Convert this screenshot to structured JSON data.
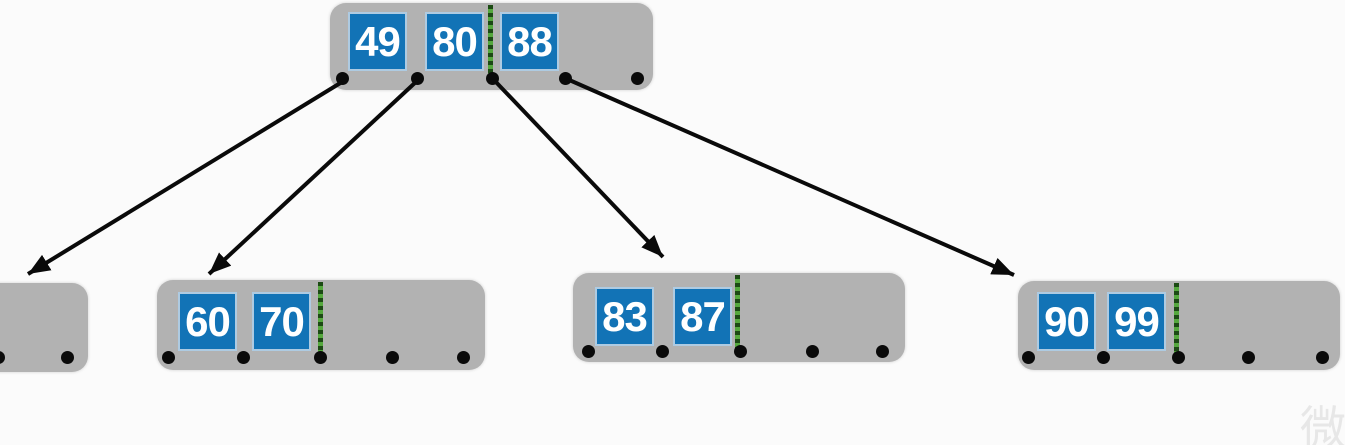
{
  "diagram": {
    "type": "b-tree",
    "root": {
      "keys": [
        "49",
        "80",
        "88"
      ]
    },
    "children": [
      {
        "keys": []
      },
      {
        "keys": [
          "60",
          "70"
        ]
      },
      {
        "keys": [
          "83",
          "87"
        ]
      },
      {
        "keys": [
          "90",
          "99"
        ]
      }
    ],
    "pointer_dots_per_node": 5,
    "arrow_count": 4
  },
  "colors": {
    "node_fill": "#b2b2b2",
    "key_fill": "#1273b6",
    "key_border": "#aecbe2",
    "key_text": "#ffffff",
    "divider_green": "#55a83e",
    "divider_dark": "#1c4a14",
    "arrow": "#0a0a0a",
    "background": "#fbfbfb",
    "watermark": "#e7e7e7"
  },
  "watermark": {
    "char": "微"
  }
}
